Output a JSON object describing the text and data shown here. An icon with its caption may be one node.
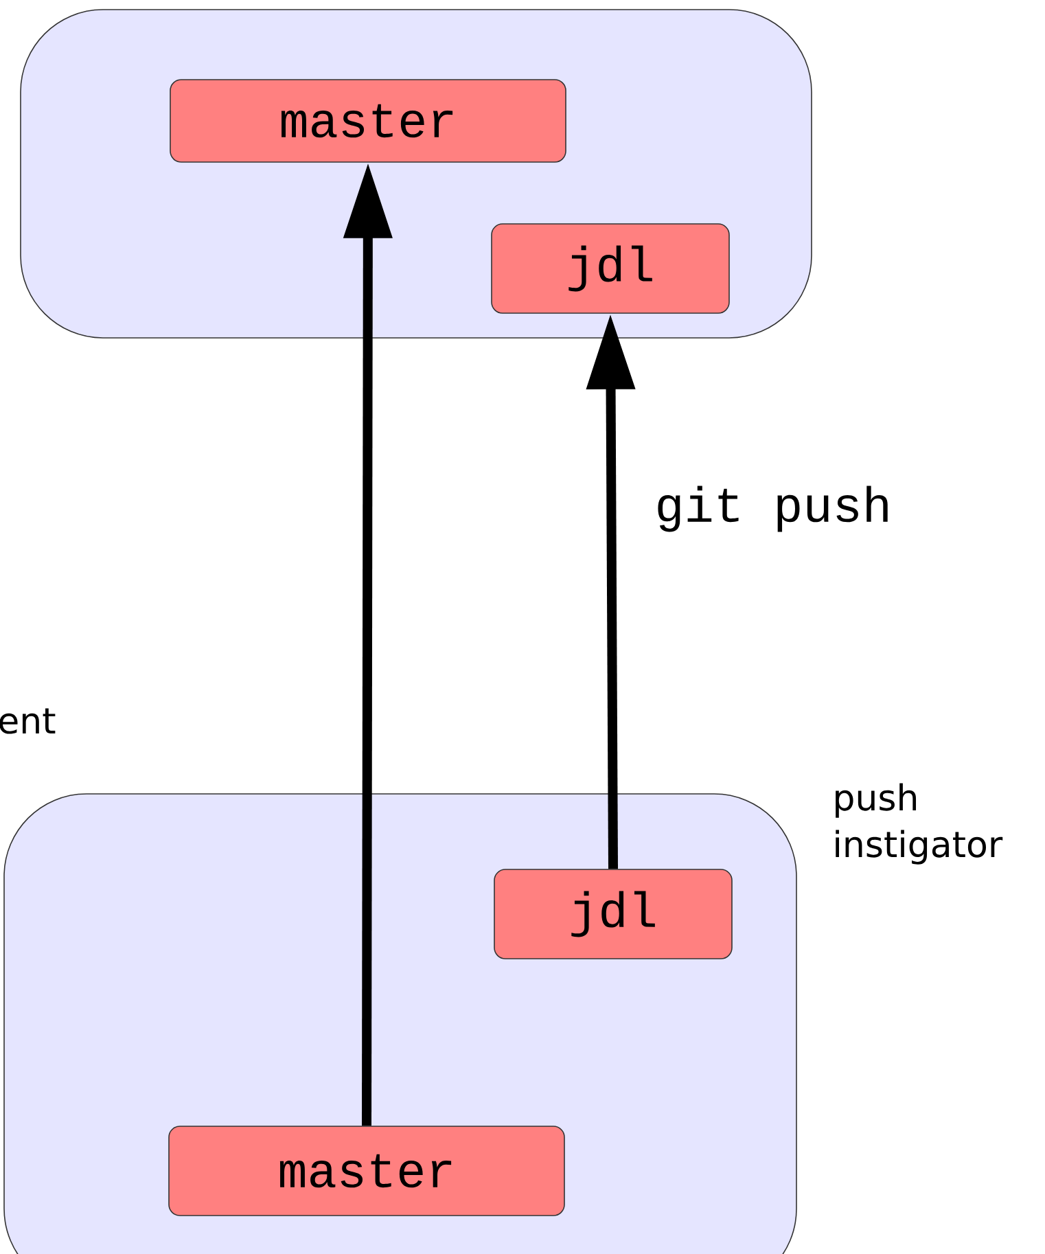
{
  "diagram": {
    "nodes": [
      {
        "text": [],
        "shape": "box"
      },
      {
        "text": [
          "master"
        ],
        "in": 0
      },
      {
        "text": [
          "jdl"
        ],
        "in": 0
      },
      {
        "text": [],
        "shape": "box",
        "beside": [
          "push instigator"
        ]
      },
      {
        "text": [
          "jdl"
        ],
        "in": 3
      },
      {
        "text": [
          "master"
        ],
        "in": 3
      }
    ],
    "edges": [
      {
        "from": 5,
        "to": 1,
        "arrow": "to"
      },
      {
        "from": 4,
        "to": 2,
        "arrow": "to",
        "label": "git push"
      }
    ],
    "labels": [
      "ent"
    ]
  }
}
